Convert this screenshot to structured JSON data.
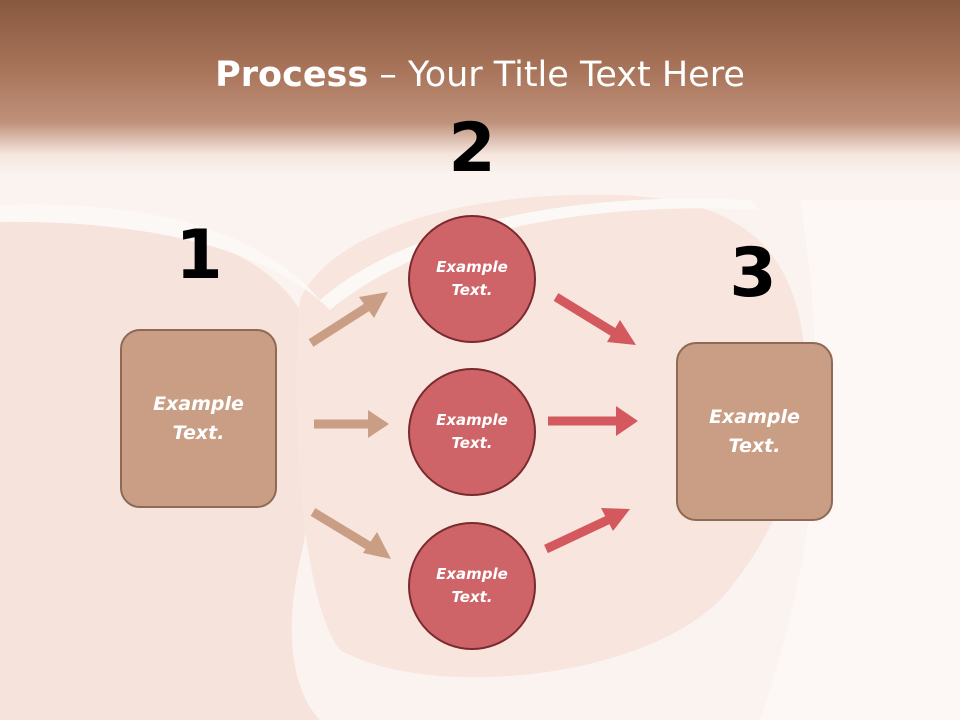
{
  "title": {
    "bold": "Process",
    "rest": " – Your Title Text Here"
  },
  "steps": {
    "step1": {
      "number": "1",
      "label": "Example Text."
    },
    "step2": {
      "number": "2",
      "circles": [
        "Example Text.",
        "Example Text.",
        "Example Text."
      ]
    },
    "step3": {
      "number": "3",
      "label": "Example Text."
    }
  },
  "colors": {
    "title_band": "#87583f",
    "box_fill": "#c99e85",
    "circle_fill": "#cf6468",
    "left_arrows": "#c99e85",
    "right_arrows": "#d3595e"
  }
}
